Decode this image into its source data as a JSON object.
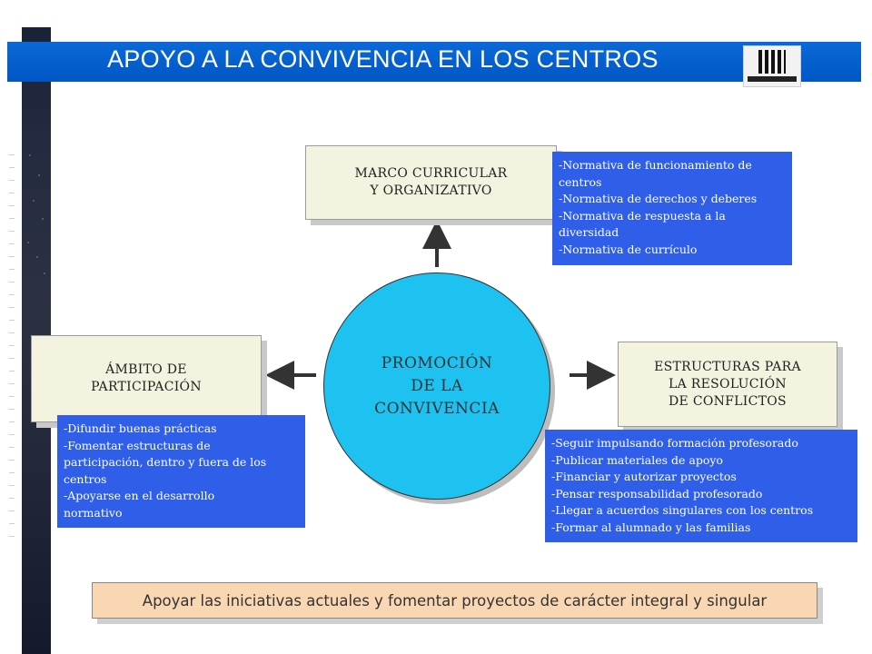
{
  "title": "APOYO A LA  CONVIVENCIA EN LOS CENTROS",
  "center": "PROMOCIÓN\nDE LA\nCONVIVENCIA",
  "top_box": "MARCO CURRICULAR\nY ORGANIZATIVO",
  "left_box": "ÁMBITO DE\nPARTICIPACIÓN",
  "right_box": "ESTRUCTURAS PARA\nLA RESOLUCIÓN\nDE CONFLICTOS",
  "top_notes": [
    "-Normativa de funcionamiento de",
    "centros",
    "-Normativa de derechos y deberes",
    "-Normativa de respuesta a la",
    "diversidad",
    "-Normativa de currículo"
  ],
  "left_notes": [
    "-Difundir buenas prácticas",
    "-Fomentar estructuras de",
    "participación, dentro y fuera de los",
    "centros",
    "-Apoyarse en el desarrollo",
    "normativo"
  ],
  "right_notes": [
    "-Seguir impulsando formación profesorado",
    "-Publicar materiales de apoyo",
    "-Financiar y autorizar proyectos",
    "-Pensar responsabilidad profesorado",
    "-Llegar a acuerdos singulares con los centros",
    "-Formar al alumnado y las familias"
  ],
  "bottom": "Apoyar las iniciativas actuales y fomentar proyectos de carácter integral y singular",
  "colors": {
    "title_bar": "#0056c4",
    "note_bg": "#2f5fe8",
    "circle": "#1ec2f0",
    "box_bg": "#f3f3e0",
    "bottom_bg": "#f9d7b3"
  }
}
